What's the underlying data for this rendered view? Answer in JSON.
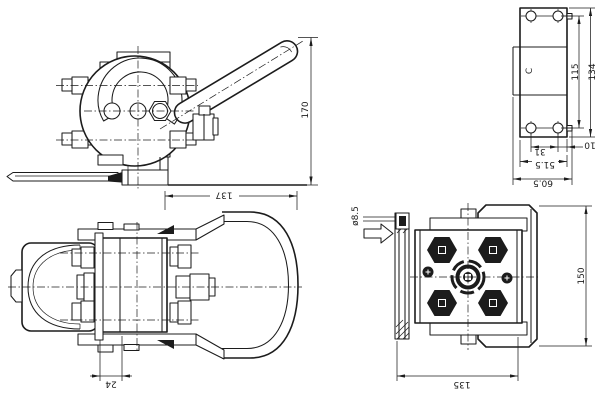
{
  "colors": {
    "background": "#ffffff",
    "line": "#1c1c1c"
  },
  "views": {
    "side": {
      "dim_height": "170"
    },
    "bracket": {
      "label": "C",
      "dim_hole_spacing_v": "115",
      "dim_height": "134",
      "dim_hole_spacing_h": "31",
      "dim_edge_offset": "10",
      "dim_width_inner": "51.5",
      "dim_width_outer": "60.5"
    },
    "plan": {
      "dim_length": "137",
      "dim_width": "24"
    },
    "rear": {
      "dim_hole_dia": "ø8.5",
      "dim_height": "150",
      "dim_width": "135"
    }
  }
}
